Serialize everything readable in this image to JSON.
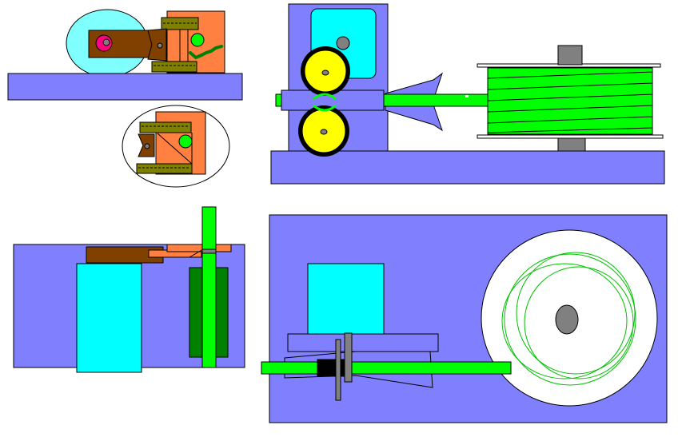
{
  "colors": {
    "background": "#ffffff",
    "base": "#8080ff",
    "cyan": "#00ffff",
    "bright_green": "#00ff00",
    "dark_green": "#008000",
    "yellow": "#ffff00",
    "black": "#000000",
    "gray": "#808080",
    "orange": "#ff8040",
    "brown": "#804000",
    "olive": "#808000",
    "magenta": "#ff0080",
    "light_cyan_fill": "#80ffff",
    "white": "#ffffff",
    "outline": "#000000"
  },
  "icons": {
    "roller": "roller-icon",
    "spool": "spool-icon",
    "tension_arm": "tension-arm-icon"
  },
  "views": [
    {
      "name": "side-detail-view"
    },
    {
      "name": "detail-zoom-view"
    },
    {
      "name": "front-elevation-view"
    },
    {
      "name": "end-elevation-view"
    },
    {
      "name": "plan-view"
    }
  ]
}
